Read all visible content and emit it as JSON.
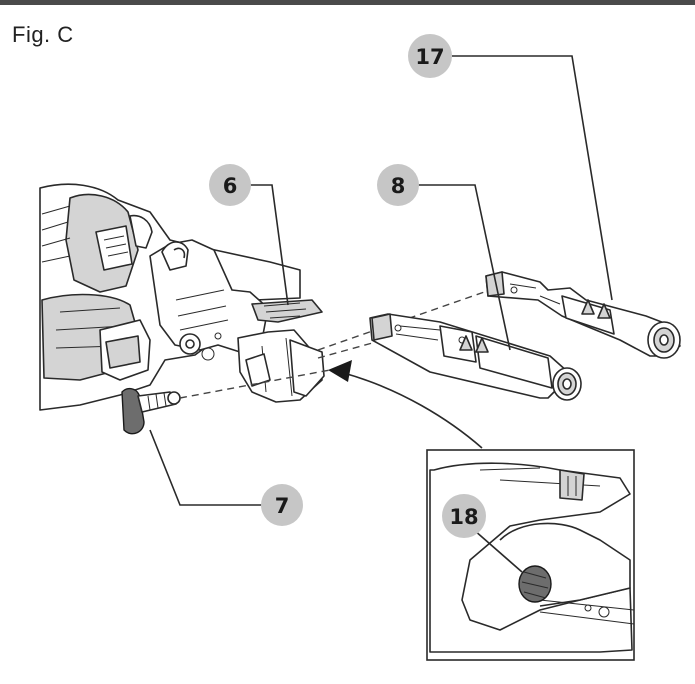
{
  "figure": {
    "title": "Fig. C"
  },
  "callouts": [
    {
      "id": "callout-6",
      "label": "6"
    },
    {
      "id": "callout-7",
      "label": "7"
    },
    {
      "id": "callout-8",
      "label": "8"
    },
    {
      "id": "callout-17",
      "label": "17"
    },
    {
      "id": "callout-18",
      "label": "18"
    }
  ],
  "colors": {
    "callout_fill": "#c6c6c6",
    "line": "#2a2a2a",
    "rule": "#4a4a4a"
  }
}
